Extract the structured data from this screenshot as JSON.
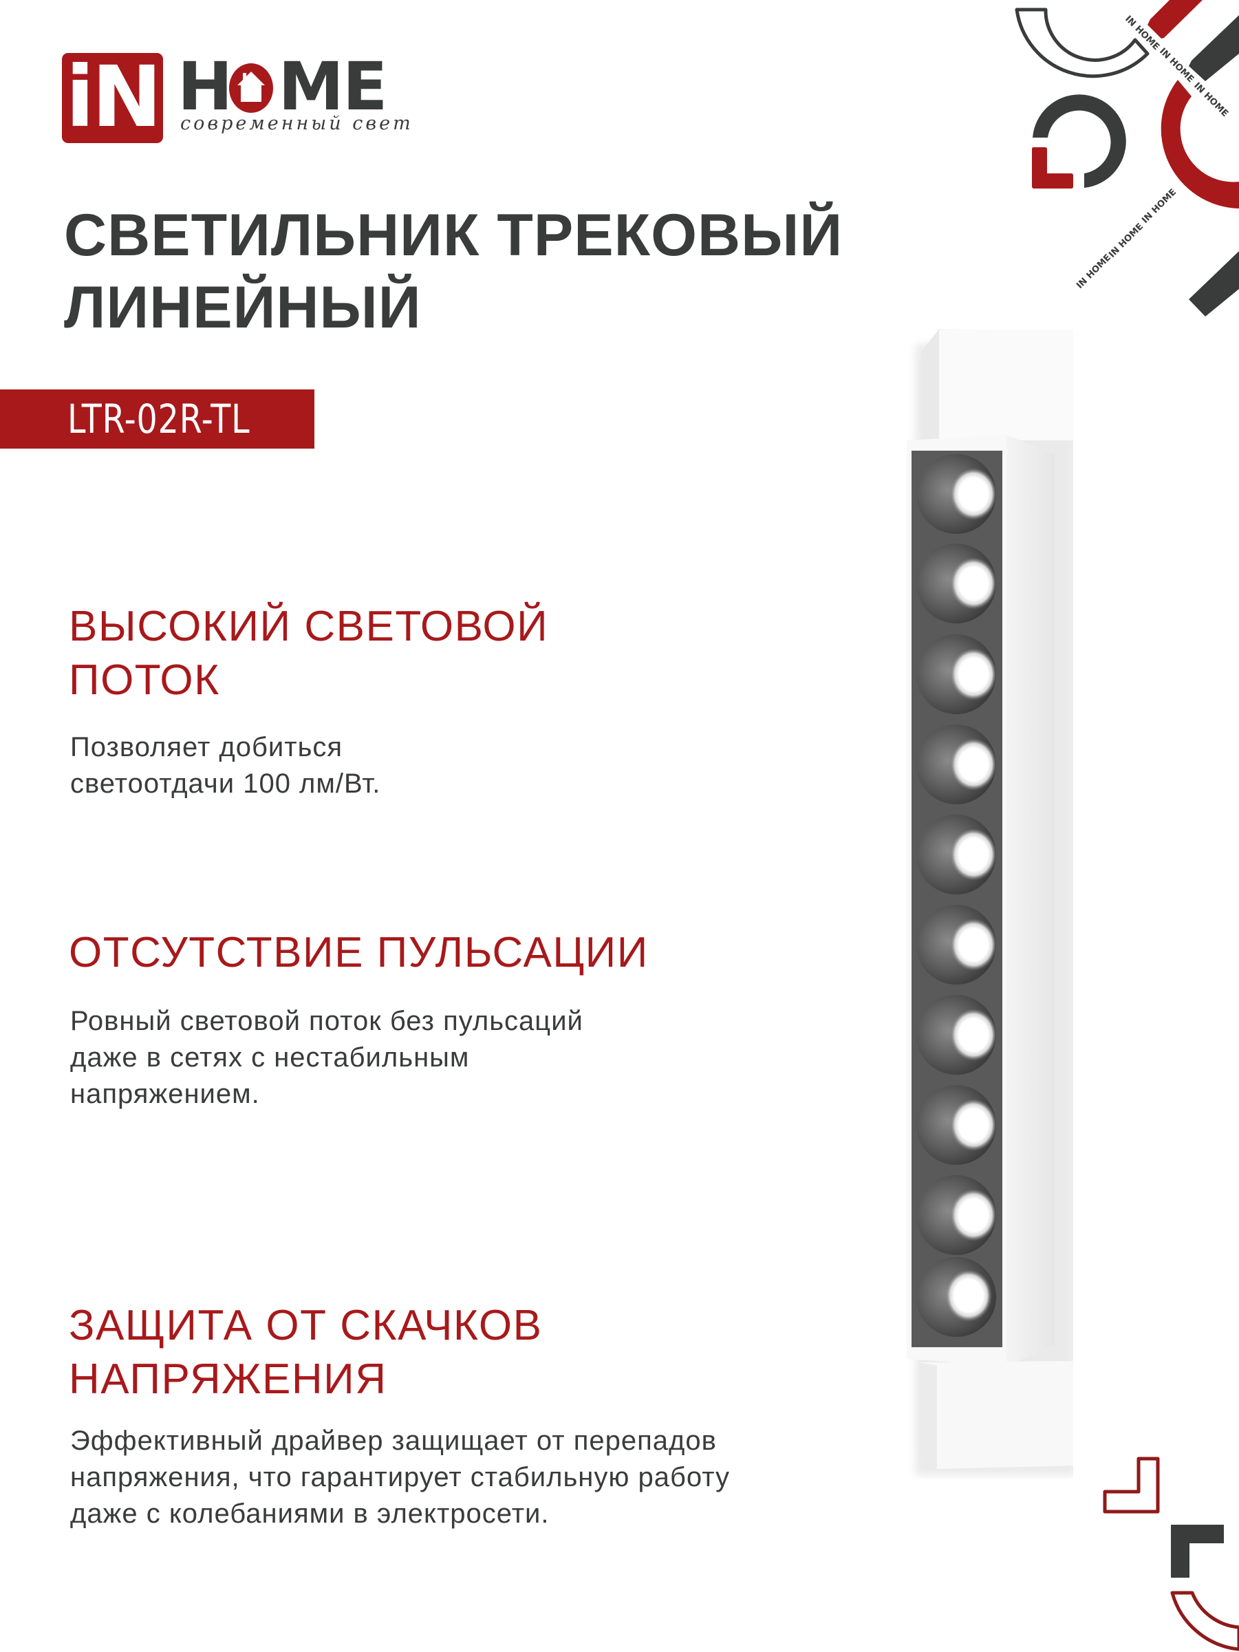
{
  "brand": {
    "logo_box_text": "iN",
    "logo_word_h": "H",
    "logo_word_me": "ME",
    "tagline": "современный свет",
    "colors": {
      "brand_red": "#a8191b",
      "dark_gray": "#3a3b3b",
      "background": "#ffffff"
    }
  },
  "header": {
    "title_line1": "СВЕТИЛЬНИК ТРЕКОВЫЙ",
    "title_line2": "ЛИНЕЙНЫЙ",
    "model": "LTR-02R-TL"
  },
  "features": [
    {
      "heading_line1": "ВЫСОКИЙ СВЕТОВОЙ",
      "heading_line2": "ПОТОК",
      "body": "Позволяет добиться\nсветоотдачи 100 лм/Вт."
    },
    {
      "heading_line1": "ОТСУТСТВИЕ ПУЛЬСАЦИИ",
      "heading_line2": "",
      "body": "Ровный световой поток без пульсаций\nдаже в сетях с нестабильным\nнапряжением."
    },
    {
      "heading_line1": "ЗАЩИТА ОТ СКАЧКОВ",
      "heading_line2": "НАПРЯЖЕНИЯ",
      "body": "Эффективный драйвер защищает от перепадов\nнапряжения, что гарантирует стабильную работу\nдаже с колебаниями в электросети."
    }
  ],
  "decor": {
    "pattern_text": "IN HOME",
    "lamp_led_count": 10
  }
}
